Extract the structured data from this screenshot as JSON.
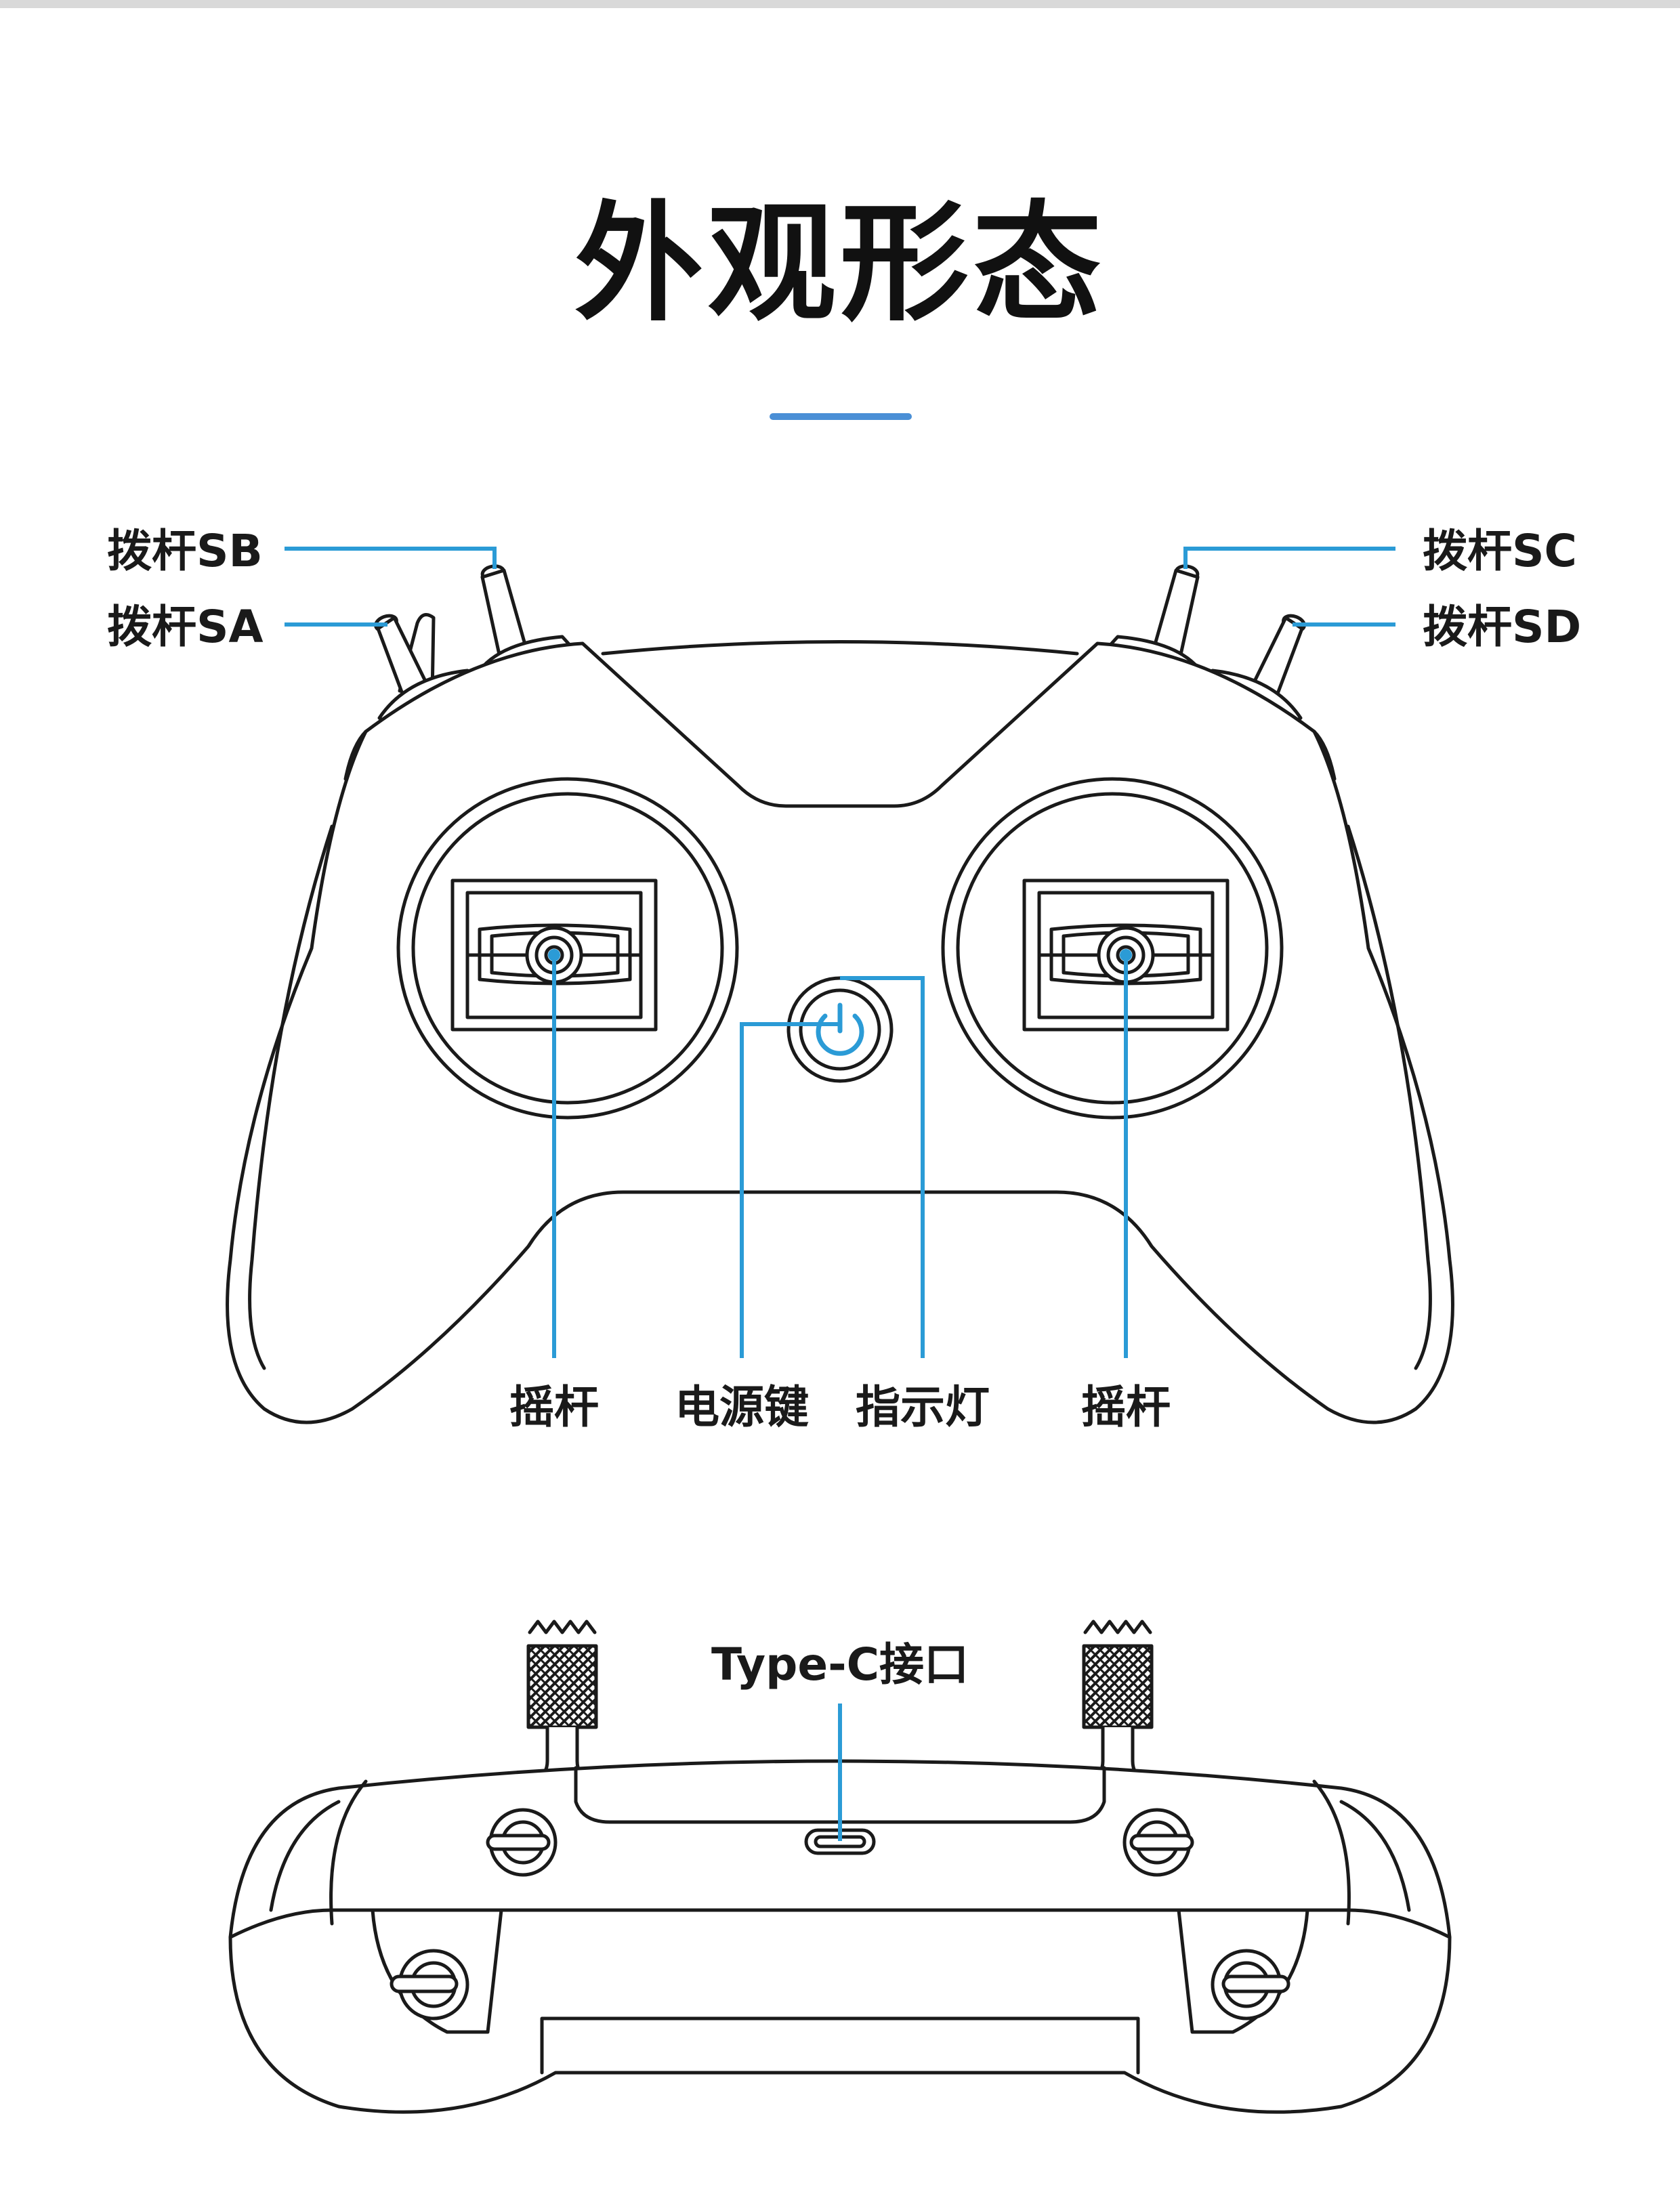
{
  "title": "外观形态",
  "colors": {
    "accent": "#4a8fd6",
    "callout": "#2b9bd6",
    "outline": "#1a1a1a"
  },
  "front_view": {
    "labels": {
      "switch_sb": "拨杆SB",
      "switch_sa": "拨杆SA",
      "switch_sc": "拨杆SC",
      "switch_sd": "拨杆SD",
      "left_stick": "摇杆",
      "power_key": "电源键",
      "indicator": "指示灯",
      "right_stick": "摇杆"
    },
    "icons": [
      "power-icon"
    ]
  },
  "top_view": {
    "labels": {
      "type_c": "Type-C接口"
    }
  }
}
